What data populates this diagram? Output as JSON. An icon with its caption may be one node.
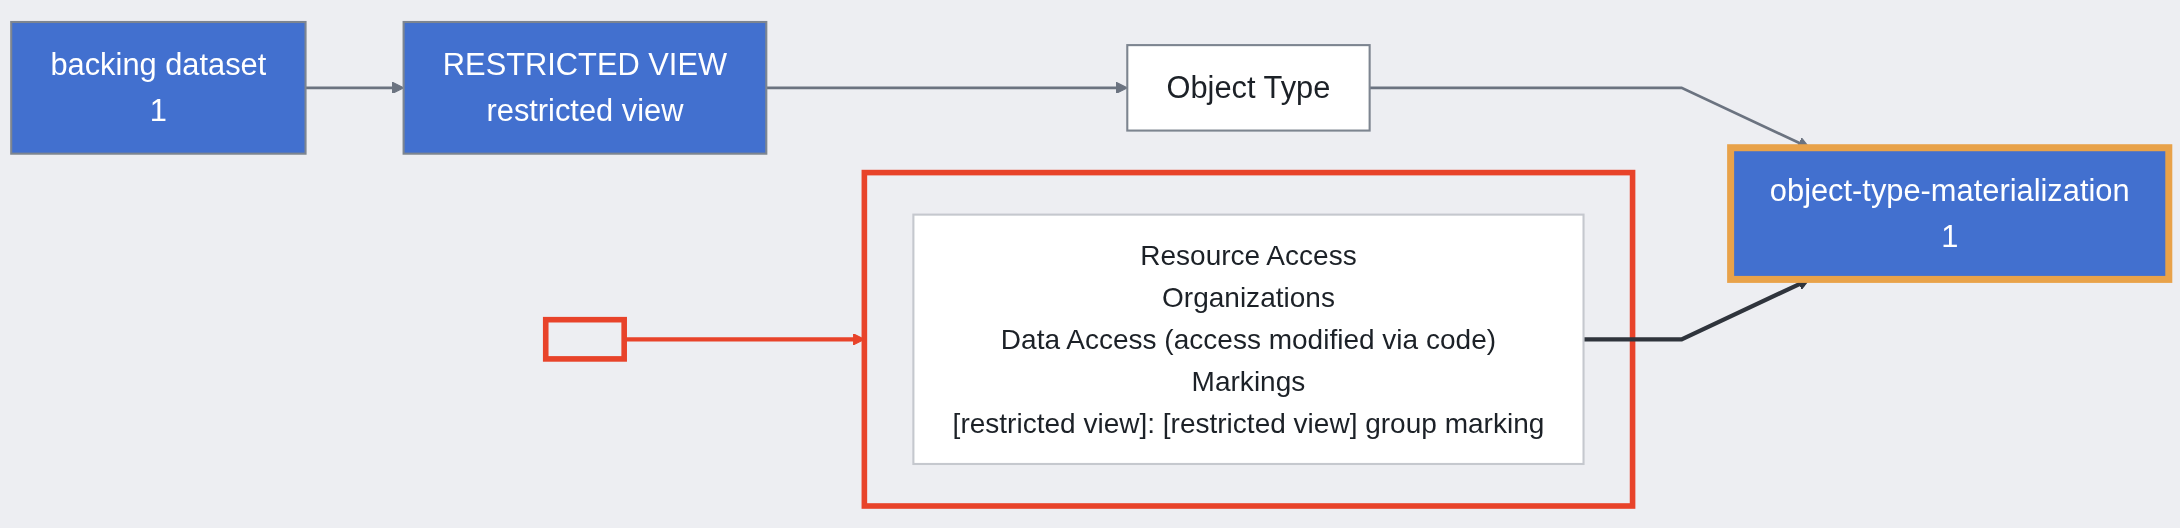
{
  "diagram": {
    "nodes": [
      {
        "text": [
          "backing dataset",
          "1"
        ]
      },
      {
        "text": [
          "RESTRICTED VIEW",
          "restricted view"
        ]
      },
      {
        "text": [
          "Object Type"
        ]
      },
      {
        "text": [
          "object-type-materialization",
          "1"
        ]
      },
      {
        "text": [],
        "shape": "box"
      },
      {
        "text": [],
        "shape": "box"
      },
      {
        "text": [
          "Resource Access",
          "Organizations",
          "Data Access (access modified via code)",
          "Markings",
          "[restricted view]: [restricted view] group marking"
        ],
        "in": 5
      }
    ],
    "edges": [
      {
        "from": 0,
        "to": 1,
        "arrow": "to"
      },
      {
        "from": 1,
        "to": 2,
        "arrow": "to"
      },
      {
        "from": 2,
        "to": 3,
        "arrow": "to"
      },
      {
        "from": 4,
        "to": 5,
        "arrow": "to",
        "color": "#e8432a"
      },
      {
        "from": 6,
        "to": 3,
        "arrow": "to",
        "color": "#2f343c"
      }
    ]
  }
}
